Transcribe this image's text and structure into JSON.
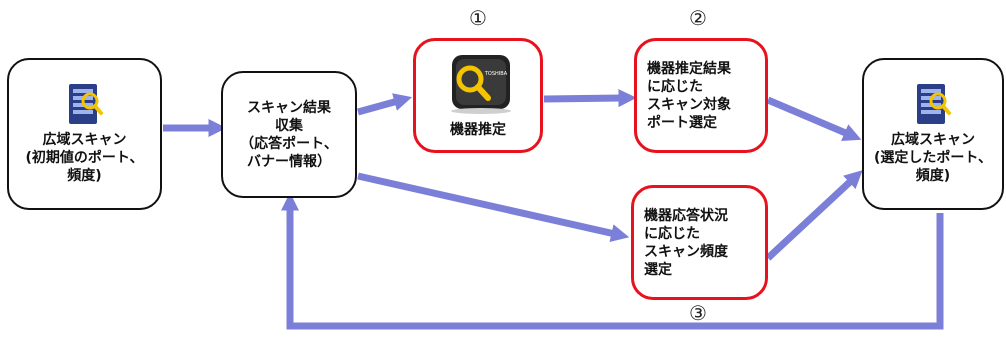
{
  "nodes": {
    "scan_initial": {
      "lines": [
        "広域スキャン",
        "(初期値のポート、",
        "頻度)"
      ],
      "icon": "server-search-icon"
    },
    "collect": {
      "lines": [
        "スキャン結果",
        "収集",
        "（応答ポート、",
        "バナー情報）"
      ]
    },
    "device_estimate": {
      "lines": [
        "機器推定"
      ],
      "icon": "device-search-icon"
    },
    "port_select": {
      "lines": [
        "機器推定結果",
        "に応じた",
        "スキャン対象",
        "ポート選定"
      ]
    },
    "freq_select": {
      "lines": [
        "機器応答状況",
        "に応じた",
        "スキャン頻度",
        "選定"
      ]
    },
    "scan_selected": {
      "lines": [
        "広域スキャン",
        "(選定したポート、",
        "頻度)"
      ],
      "icon": "server-search-icon"
    }
  },
  "markers": [
    "①",
    "②",
    "③"
  ],
  "device_brand": "TOSHIBA",
  "colors": {
    "arrow": "#7b7fd8",
    "highlight_border": "#e8121f",
    "border": "#111111",
    "magnifier": "#f5c400"
  }
}
